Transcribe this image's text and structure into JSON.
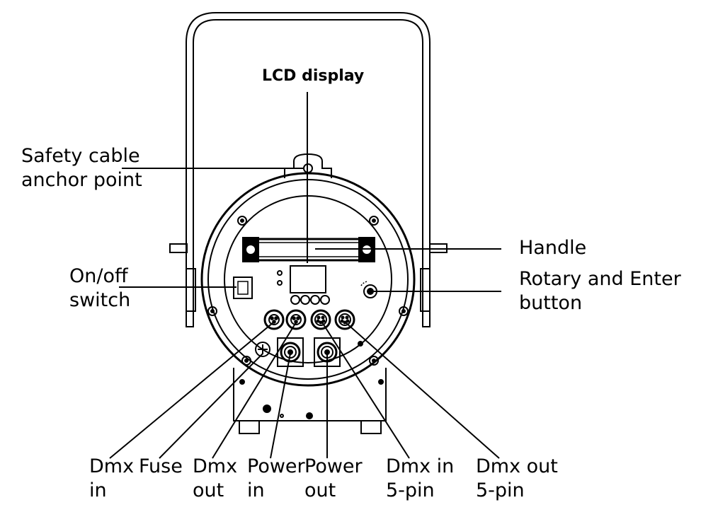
{
  "labels": {
    "lcd_display": "LCD display",
    "safety_cable": [
      "Safety cable",
      "anchor point"
    ],
    "handle": "Handle",
    "on_off_switch": [
      "On/off",
      "switch"
    ],
    "rotary_enter_button": [
      "Rotary and Enter",
      "button"
    ],
    "dmx_in": [
      "Dmx",
      "in"
    ],
    "fuse": "Fuse",
    "dmx_out": [
      "Dmx",
      "out"
    ],
    "power_in": [
      "Power",
      "in"
    ],
    "power_out": [
      "Power",
      "out"
    ],
    "dmx_in_5pin": [
      "Dmx in",
      "5-pin"
    ],
    "dmx_out_5pin": [
      "Dmx out",
      "5-pin"
    ]
  },
  "colors": {
    "ink": "#000000",
    "paper": "#ffffff"
  },
  "icons": [
    "screw-icon",
    "xlr-connector-icon",
    "powercon-connector-icon",
    "ground-symbol-icon"
  ]
}
